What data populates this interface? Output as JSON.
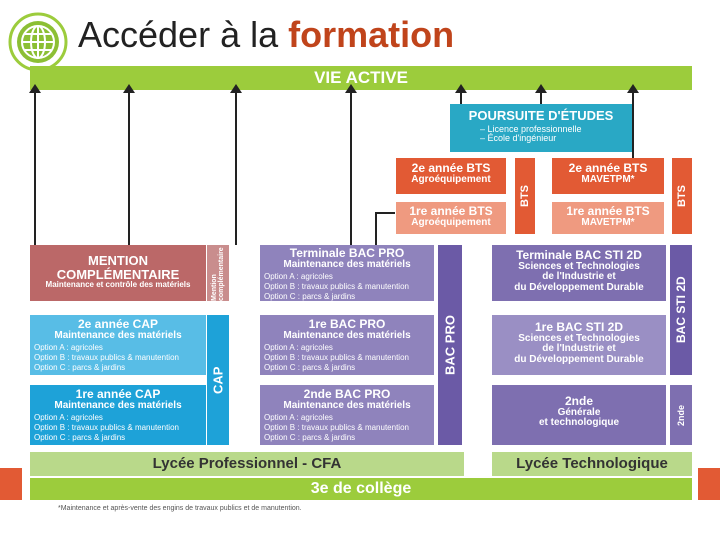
{
  "header": {
    "title_main": "Accéder à la",
    "title_accent": "formation",
    "logo_icon": "globe-icon"
  },
  "vie_active": "VIE ACTIVE",
  "poursuite": {
    "title": "POURSUITE D'ÉTUDES",
    "items": [
      "– Licence professionnelle",
      "– École d'ingénieur"
    ]
  },
  "bts_agro": {
    "year2_title": "2e année BTS",
    "year2_sub": "Agroéquipement",
    "year1_title": "1re année BTS",
    "year1_sub": "Agroéquipement",
    "side": "BTS"
  },
  "bts_mavetpm": {
    "year2_title": "2e année BTS",
    "year2_sub": "MAVETPM*",
    "year1_title": "1re année BTS",
    "year1_sub": "MAVETPM*",
    "side": "BTS"
  },
  "mention": {
    "title_line1": "MENTION",
    "title_line2": "COMPLÉMENTAIRE",
    "sub": "Maintenance et contrôle des matériels",
    "side": "Mention complémentaire"
  },
  "cap": {
    "year2_title": "2e année CAP",
    "year2_sub": "Maintenance des matériels",
    "year1_title": "1re année CAP",
    "year1_sub": "Maintenance des matériels",
    "options": [
      "Option A : agricoles",
      "Option B : travaux publics & manutention",
      "Option C : parcs & jardins"
    ],
    "side": "CAP"
  },
  "bacpro": {
    "term_title": "Terminale BAC PRO",
    "term_sub": "Maintenance des matériels",
    "first_title": "1re BAC PRO",
    "first_sub": "Maintenance des matériels",
    "second_title": "2nde BAC PRO",
    "second_sub": "Maintenance des matériels",
    "options": [
      "Option A : agricoles",
      "Option B : travaux publics & manutention",
      "Option C : parcs & jardins"
    ],
    "side": "BAC PRO"
  },
  "sti2d": {
    "term_title": "Terminale BAC STI 2D",
    "term_sub": [
      "Sciences et Technologies",
      "de l'Industrie et",
      "du Développement Durable"
    ],
    "first_title": "1re BAC STI 2D",
    "first_sub": [
      "Sciences et Technologies",
      "de l'Industrie et",
      "du Développement Durable"
    ],
    "side": "BAC STI 2D"
  },
  "seconde": {
    "title": "2nde",
    "sub": [
      "Générale",
      "et technologique"
    ],
    "side": "2nde"
  },
  "lycee_pro": "Lycée Professionnel - CFA",
  "lycee_tech": "Lycée Technologique",
  "college": "3e de collège",
  "footnote": "*Maintenance et après-vente des engins de travaux publics et de manutention."
}
